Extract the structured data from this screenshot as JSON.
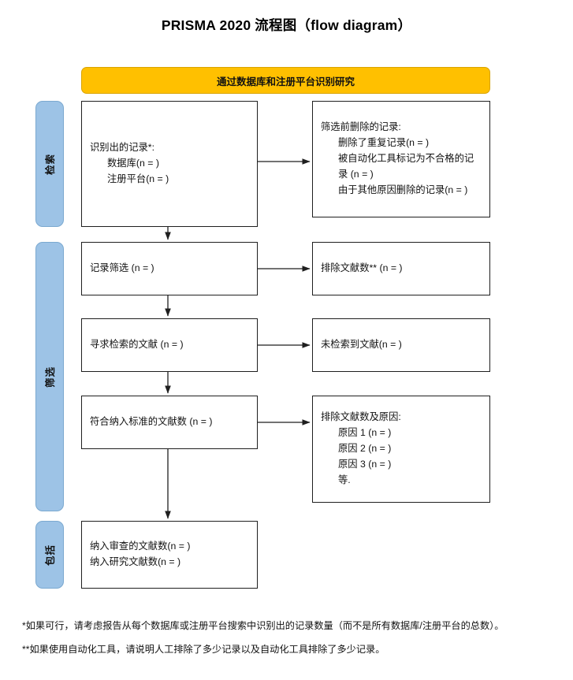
{
  "title": "PRISMA 2020 流程图（flow diagram）",
  "banner": {
    "label": "通过数据库和注册平台识别研究"
  },
  "colors": {
    "banner_fill": "#FFC000",
    "banner_border": "#D9A300",
    "stage_fill": "#9DC3E6",
    "stage_border": "#7BA9D0",
    "box_border": "#1F1F1F",
    "arrow": "#1F1F1F",
    "text": "#111111"
  },
  "stages": [
    {
      "key": "identification",
      "label": "检索"
    },
    {
      "key": "screening",
      "label": "筛选"
    },
    {
      "key": "included",
      "label": "包括"
    }
  ],
  "boxes": {
    "identified": {
      "lines": [
        {
          "text": "识别出的记录*:",
          "indent": false
        },
        {
          "text": "数据库(n = )",
          "indent": true
        },
        {
          "text": "注册平台(n = )",
          "indent": true
        }
      ]
    },
    "removed": {
      "lines": [
        {
          "text": "筛选前删除的记录:",
          "indent": false
        },
        {
          "text": "删除了重复记录(n = )",
          "indent": true
        },
        {
          "text": "被自动化工具标记为不合格的记录 (n = )",
          "indent": true
        },
        {
          "text": "由于其他原因删除的记录(n = )",
          "indent": true
        }
      ]
    },
    "screened": {
      "lines": [
        {
          "text": "记录筛选 (n = )",
          "indent": false
        }
      ]
    },
    "excluded": {
      "lines": [
        {
          "text": "排除文献数** (n = )",
          "indent": false
        }
      ]
    },
    "sought": {
      "lines": [
        {
          "text": "寻求检索的文献 (n = )",
          "indent": false
        }
      ]
    },
    "not_retrieved": {
      "lines": [
        {
          "text": "未检索到文献(n = )",
          "indent": false
        }
      ]
    },
    "assessed": {
      "lines": [
        {
          "text": "符合纳入标准的文献数 (n = )",
          "indent": false
        }
      ]
    },
    "excluded_reasons": {
      "lines": [
        {
          "text": "排除文献数及原因:",
          "indent": false
        },
        {
          "text": "原因 1 (n = )",
          "indent": true
        },
        {
          "text": "原因 2 (n = )",
          "indent": true
        },
        {
          "text": "原因 3 (n = )",
          "indent": true
        },
        {
          "text": "等.",
          "indent": true
        }
      ]
    },
    "included": {
      "lines": [
        {
          "text": "纳入审查的文献数(n = )",
          "indent": false
        },
        {
          "text": "纳入研究文献数(n = )",
          "indent": false
        }
      ]
    }
  },
  "footnotes": [
    "*如果可行，请考虑报告从每个数据库或注册平台搜索中识别出的记录数量（而不是所有数据库/注册平台的总数）。",
    "**如果使用自动化工具，请说明人工排除了多少记录以及自动化工具排除了多少记录。"
  ]
}
